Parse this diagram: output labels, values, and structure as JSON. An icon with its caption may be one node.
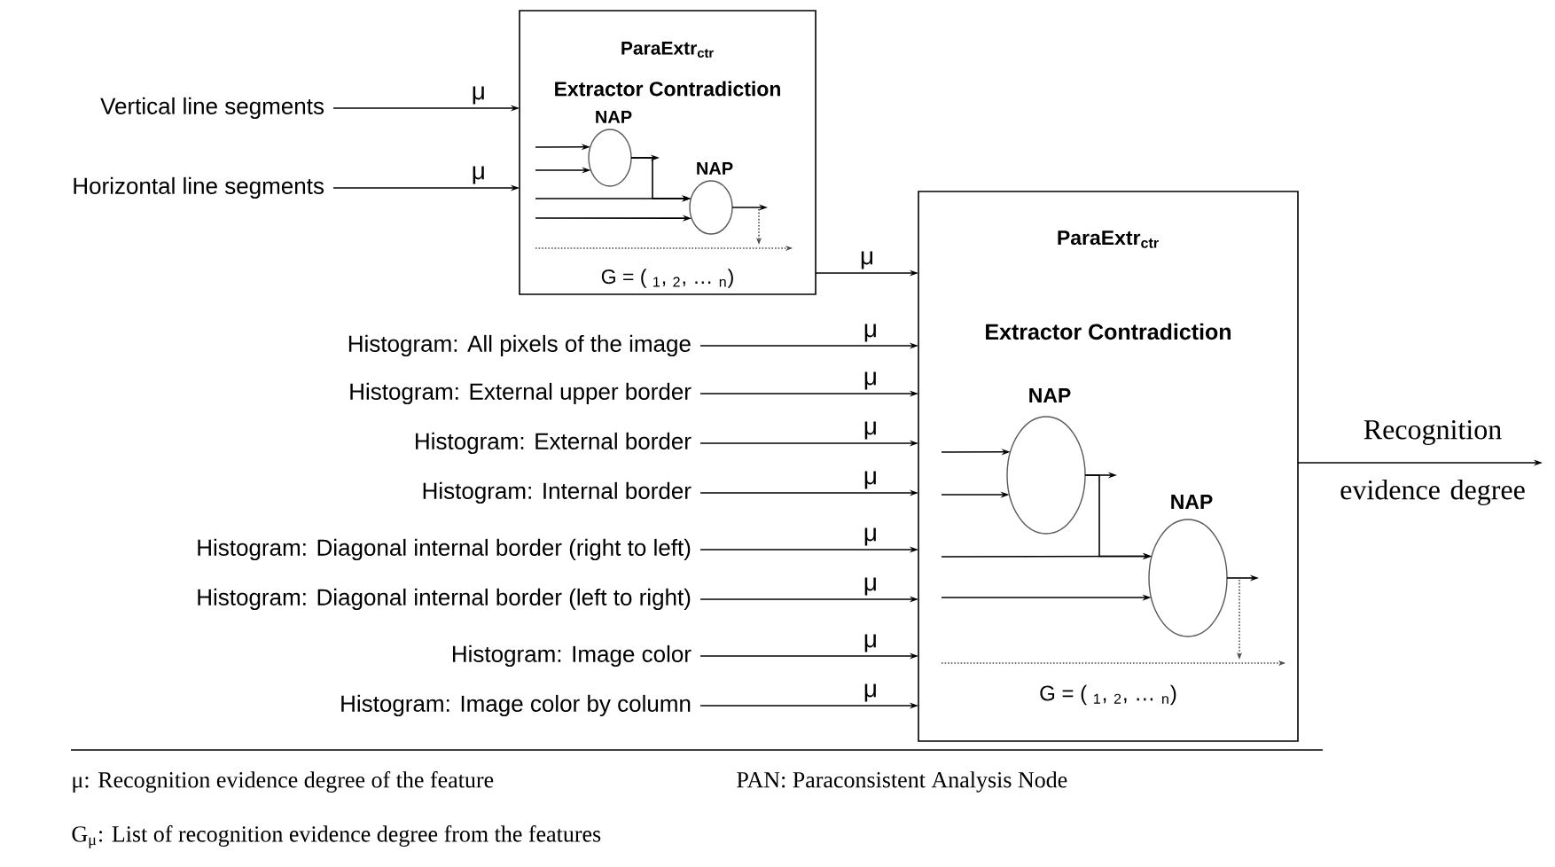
{
  "diagram": {
    "nodes": [
      {
        "text": [
          "ParaExtr$_{ctr}$",
          "Extractor Contradiction",
          "G = ( $_{1}$, $_{2}$, … $_{n}$)"
        ]
      },
      {
        "text": [
          "NAP"
        ],
        "in": 0
      },
      {
        "text": [
          "NAP"
        ],
        "in": 0
      },
      {
        "text": [
          "ParaExtr$_{ctr}$",
          "Extractor Contradiction",
          "G = ( $_{1}$, $_{2}$, … $_{n}$)"
        ]
      },
      {
        "text": [
          "NAP"
        ],
        "in": 3
      },
      {
        "text": [
          "NAP"
        ],
        "in": 3
      },
      {
        "text": [
          "Vertical line segments"
        ]
      },
      {
        "text": [
          "Horizontal line segments"
        ]
      },
      {
        "text": [
          "Histogram: All pixels of the image"
        ]
      },
      {
        "text": [
          "Histogram: External upper border"
        ]
      },
      {
        "text": [
          "Histogram: External border"
        ]
      },
      {
        "text": [
          "Histogram: Internal border"
        ]
      },
      {
        "text": [
          "Histogram: Diagonal internal border (right to left)"
        ]
      },
      {
        "text": [
          "Histogram: Diagonal internal border (left to right)"
        ]
      },
      {
        "text": [
          "Histogram: Image color"
        ]
      },
      {
        "text": [
          "Histogram: Image color by column"
        ]
      }
    ],
    "edges": [
      {
        "from": 6,
        "to": 0,
        "arrow": "to",
        "label": "μ"
      },
      {
        "from": 7,
        "to": 0,
        "arrow": "to",
        "label": "μ"
      },
      {
        "from": 0,
        "to": 3,
        "arrow": "to",
        "label": "μ"
      },
      {
        "from": 8,
        "to": 3,
        "arrow": "to",
        "label": "μ"
      },
      {
        "from": 9,
        "to": 3,
        "arrow": "to",
        "label": "μ"
      },
      {
        "from": 10,
        "to": 3,
        "arrow": "to",
        "label": "μ"
      },
      {
        "from": 11,
        "to": 3,
        "arrow": "to",
        "label": "μ"
      },
      {
        "from": 12,
        "to": 3,
        "arrow": "to",
        "label": "μ"
      },
      {
        "from": 13,
        "to": 3,
        "arrow": "to",
        "label": "μ"
      },
      {
        "from": 14,
        "to": 3,
        "arrow": "to",
        "label": "μ"
      },
      {
        "from": 15,
        "to": 3,
        "arrow": "to",
        "label": "μ"
      },
      {
        "from": 3,
        "to": null,
        "arrow": "to",
        "label": "Recognition evidence degree"
      },
      {
        "from": null,
        "to": 1,
        "arrow": "to"
      },
      {
        "from": null,
        "to": 1,
        "arrow": "to"
      },
      {
        "from": null,
        "to": 2,
        "arrow": "to"
      },
      {
        "from": null,
        "to": 2,
        "arrow": "to"
      },
      {
        "from": 1,
        "to": 2,
        "arrow": "to"
      },
      {
        "from": 1,
        "to": null,
        "arrow": "to"
      },
      {
        "from": 2,
        "to": null,
        "arrow": "to"
      },
      {
        "from": null,
        "to": 4,
        "arrow": "to"
      },
      {
        "from": null,
        "to": 4,
        "arrow": "to"
      },
      {
        "from": null,
        "to": 5,
        "arrow": "to"
      },
      {
        "from": null,
        "to": 5,
        "arrow": "to"
      },
      {
        "from": 4,
        "to": 5,
        "arrow": "to"
      },
      {
        "from": 4,
        "to": null,
        "arrow": "to"
      },
      {
        "from": 5,
        "to": null,
        "arrow": "to"
      }
    ],
    "labels": [
      "μ: Recognition evidence degree of the feature",
      "PAN: Paraconsistent Analysis Node",
      "G$_{μ}$: List of recognition evidence degree from the features"
    ]
  }
}
